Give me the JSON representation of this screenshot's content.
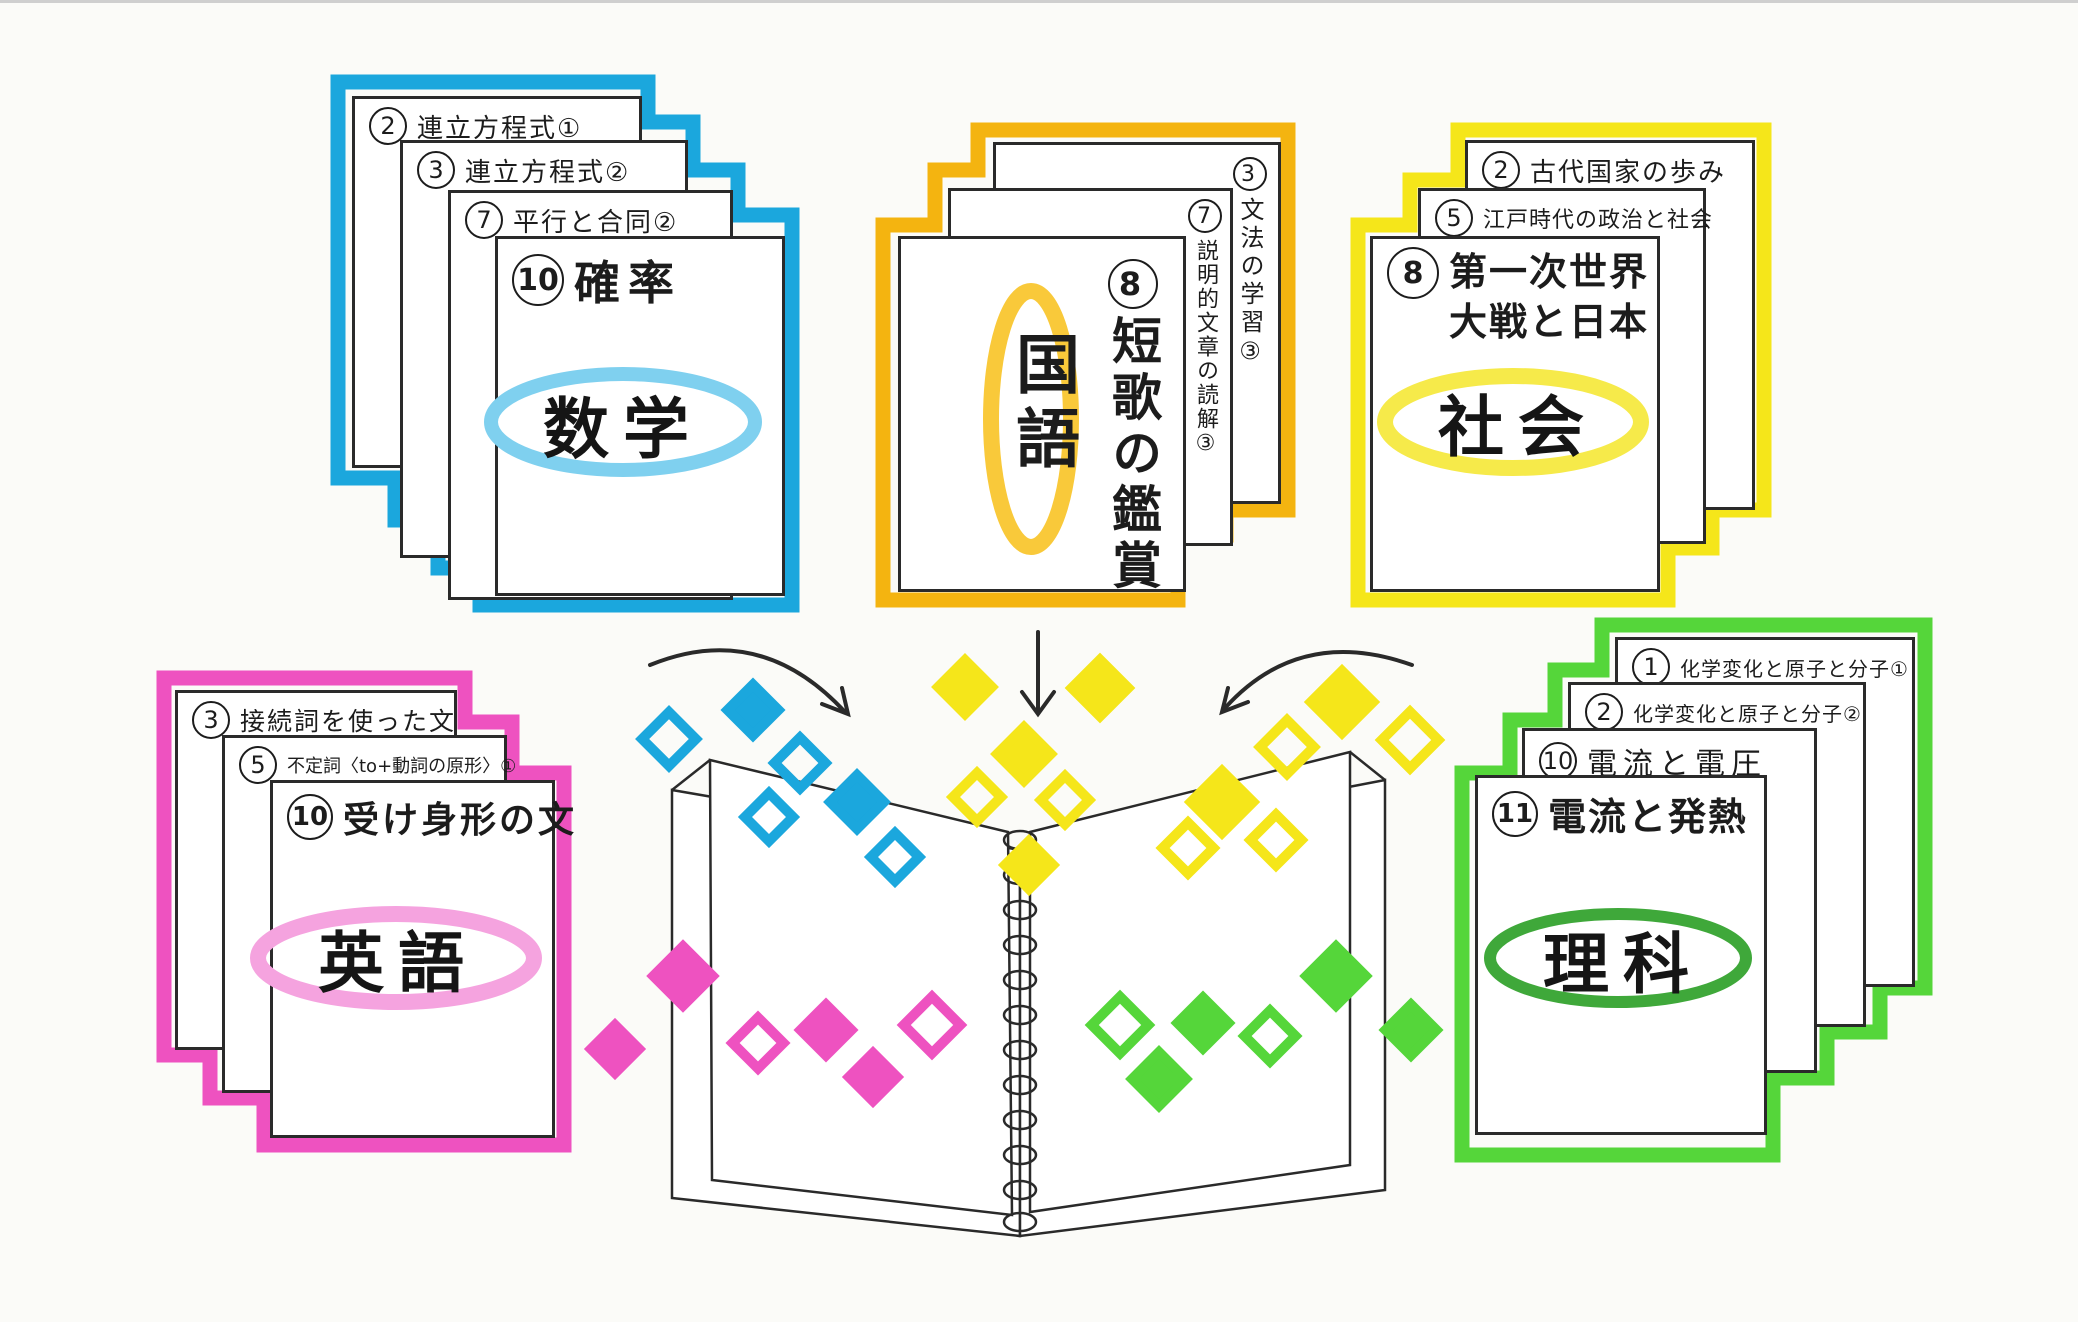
{
  "math": {
    "subject": "数学",
    "color": "#1ba7dd",
    "pages": [
      {
        "num": "2",
        "title": "連立方程式①"
      },
      {
        "num": "3",
        "title": "連立方程式②"
      },
      {
        "num": "7",
        "title": "平行と合同②"
      },
      {
        "num": "10",
        "title": "確率"
      }
    ]
  },
  "japanese": {
    "subject": "国語",
    "color": "#f4b410",
    "pages": [
      {
        "num": "3",
        "title": "文法の学習③"
      },
      {
        "num": "7",
        "title": "説明的文章の読解③"
      },
      {
        "num": "8",
        "title": "短歌の鑑賞"
      }
    ]
  },
  "social": {
    "subject": "社会",
    "color": "#f5e61a",
    "pages": [
      {
        "num": "2",
        "title": "古代国家の歩み"
      },
      {
        "num": "5",
        "title": "江戸時代の政治と社会"
      },
      {
        "num": "8",
        "title": "第一次世界大戦と日本"
      }
    ]
  },
  "english": {
    "subject": "英語",
    "color": "#ee52c0",
    "pages": [
      {
        "num": "3",
        "title": "接続詞を使った文"
      },
      {
        "num": "5",
        "title": "不定詞〈to+動詞の原形〉①"
      },
      {
        "num": "10",
        "title": "受け身形の文"
      }
    ]
  },
  "science": {
    "subject": "理科",
    "color": "#55d63a",
    "pages": [
      {
        "num": "1",
        "title": "化学変化と原子と分子①"
      },
      {
        "num": "2",
        "title": "化学変化と原子と分子②"
      },
      {
        "num": "10",
        "title": "電流と電圧"
      },
      {
        "num": "11",
        "title": "電流と発熱"
      }
    ]
  }
}
